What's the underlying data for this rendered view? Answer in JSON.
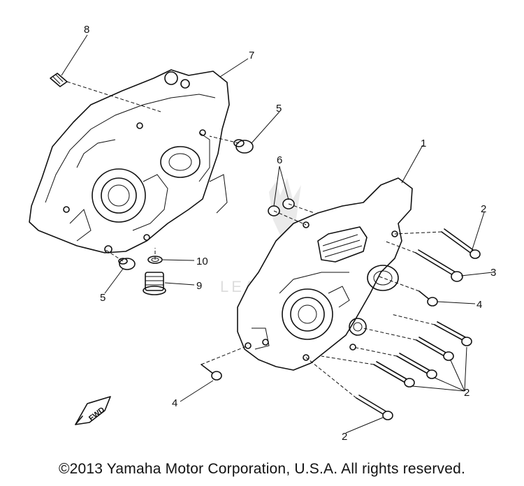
{
  "diagram": {
    "callouts": [
      "8",
      "7",
      "5",
      "6",
      "1",
      "2",
      "3",
      "4",
      "10",
      "9",
      "5",
      "2",
      "4",
      "2"
    ],
    "arrow_label": "FWD",
    "watermark": "LEADVENTURE"
  },
  "footer": {
    "copyright": "©2013 Yamaha Motor Corporation, U.S.A. All rights reserved."
  }
}
